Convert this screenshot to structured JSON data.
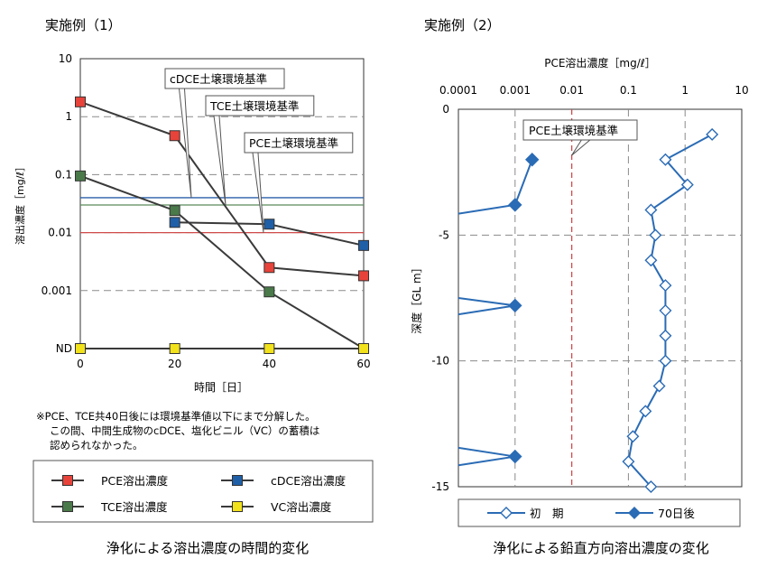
{
  "left": {
    "heading": "実施例（1）",
    "caption": "浄化による溶出濃度の時間的変化",
    "note": [
      "※PCE、TCE共40日後には環境基準値以下にまで分解した。",
      "この間、中間生成物のcDCE、塩化ビニル（VC）の蓄積は",
      "認められなかった。"
    ],
    "legend": [
      "PCE溶出濃度",
      "cDCE溶出濃度",
      "TCE溶出濃度",
      "VC溶出濃度"
    ]
  },
  "right": {
    "heading": "実施例（2）",
    "caption": "浄化による鉛直方向溶出濃度の変化",
    "legend": [
      "初　期",
      "70日後"
    ]
  },
  "colors": {
    "pce": "#e8433a",
    "cdce": "#1f5fa8",
    "tce": "#4a7a4a",
    "vc": "#f2e21c",
    "line": "#3a3a3a",
    "profile": "#2a6bb5",
    "pce_std_line": "#d04a4a",
    "cdce_std_line": "#2a5fa8",
    "tce_std_line": "#5a8a5a"
  },
  "chart_data": [
    {
      "type": "line",
      "xlabel": "時間［日］",
      "ylabel": "溶出濃度［mg/ℓ］",
      "y_scale": "log",
      "x_ticks": [
        "0",
        "20",
        "40",
        "60"
      ],
      "y_ticks": [
        "10",
        "1",
        "0.1",
        "0.01",
        "0.001",
        "ND"
      ],
      "xlim": [
        0,
        60
      ],
      "ylim": [
        0.0001,
        10
      ],
      "grid": "horizontal dashed",
      "legend_position": "bottom",
      "nd_value": 0.0001,
      "series": [
        {
          "name": "PCE溶出濃度",
          "x": [
            0,
            20,
            40,
            60
          ],
          "y": [
            1.8,
            0.47,
            0.0025,
            0.0018
          ]
        },
        {
          "name": "cDCE溶出濃度",
          "x": [
            20,
            40,
            60
          ],
          "y": [
            0.015,
            0.014,
            0.006
          ]
        },
        {
          "name": "TCE溶出濃度",
          "x": [
            0,
            20,
            40,
            60
          ],
          "y": [
            0.095,
            0.024,
            0.00095,
            0.0001
          ]
        },
        {
          "name": "VC溶出濃度",
          "x": [
            0,
            20,
            40,
            60
          ],
          "y": [
            0.0001,
            0.0001,
            0.0001,
            0.0001
          ]
        }
      ],
      "reference_lines": [
        {
          "label": "cDCE土壌環境基準",
          "y": 0.04
        },
        {
          "label": "TCE土壌環境基準",
          "y": 0.03
        },
        {
          "label": "PCE土壌環境基準",
          "y": 0.01
        }
      ]
    },
    {
      "type": "line",
      "xlabel": "PCE溶出濃度［mg/ℓ］",
      "ylabel": "深度［GL m］",
      "x_scale": "log",
      "x_ticks": [
        "0.0001",
        "0.001",
        "0.01",
        "0.1",
        "1",
        "10"
      ],
      "y_ticks": [
        "0",
        "-5",
        "-10",
        "-15"
      ],
      "xlim": [
        0.0001,
        10
      ],
      "ylim": [
        -15,
        0
      ],
      "grid": "dashed",
      "legend_position": "bottom",
      "series": [
        {
          "name": "初　期",
          "depth": [
            -1,
            -2,
            -3,
            -4,
            -5,
            -6,
            -7,
            -8,
            -9,
            -10,
            -11,
            -12,
            -13,
            -14,
            -15
          ],
          "value": [
            3.0,
            0.45,
            1.1,
            0.25,
            0.3,
            0.25,
            0.45,
            0.45,
            0.45,
            0.45,
            0.35,
            0.2,
            0.12,
            0.1,
            0.25
          ]
        },
        {
          "name": "70日後",
          "depth": [
            -2,
            -3.8,
            -7.8,
            -13.8
          ],
          "value": [
            0.002,
            0.001,
            0.001,
            0.001
          ]
        }
      ],
      "reference_lines": [
        {
          "label": "PCE土壌環境基準",
          "x": 0.01
        }
      ]
    }
  ]
}
